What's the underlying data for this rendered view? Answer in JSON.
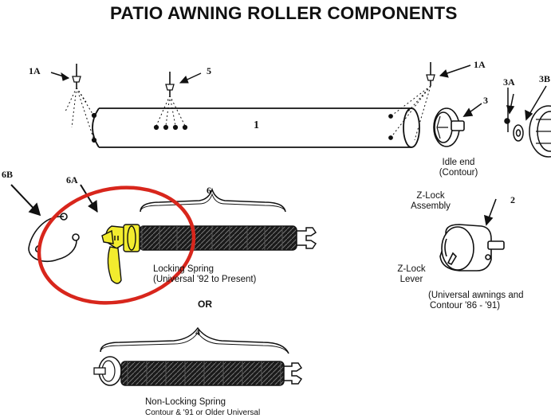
{
  "title": "PATIO AWNING ROLLER COMPONENTS",
  "callouts": {
    "c1A_left": "1A",
    "c5": "5",
    "c1A_right": "1A",
    "c1": "1",
    "c3": "3",
    "c3A": "3A",
    "c3B": "3B",
    "c6B": "6B",
    "c6A": "6A",
    "c6": "6",
    "c2": "2",
    "c4": "4"
  },
  "labels": {
    "idle_end": [
      "Idle end",
      "(Contour)"
    ],
    "zlock_assembly": [
      "Z-Lock",
      "Assembly"
    ],
    "zlock_lever": [
      "Z-Lock",
      "Lever"
    ],
    "universal_awnings": [
      "(Universal awnings and",
      "Contour '86 - '91)"
    ],
    "locking_spring": [
      "Locking Spring",
      "(Universal '92 to Present)"
    ],
    "or": "OR",
    "non_locking_spring": [
      "Non-Locking Spring",
      "Contour & '91 or Older Universal"
    ]
  },
  "colors": {
    "highlight_circle": "#d8261c",
    "highlight_fill": "#f2ec2e",
    "ink": "#111111"
  }
}
